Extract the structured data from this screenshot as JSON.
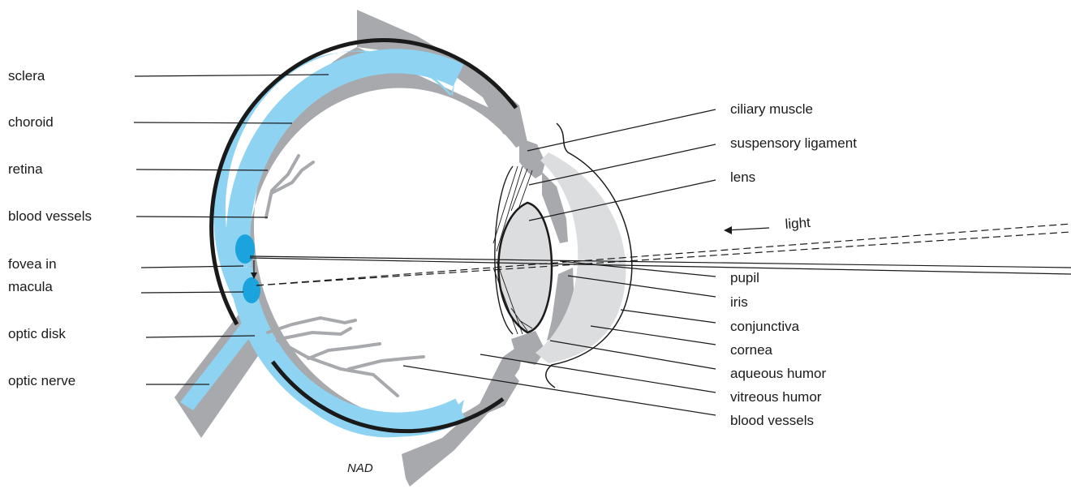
{
  "left_labels": [
    "sclera",
    "choroid",
    "retina",
    "blood vessels",
    "fovea in",
    "macula",
    "optic disk",
    "optic nerve"
  ],
  "right_labels": [
    "ciliary muscle",
    "suspensory ligament",
    "lens",
    "pupil",
    "iris",
    "conjunctiva",
    "cornea",
    "aqueous humor",
    "vitreous humor",
    "blood vessels"
  ],
  "light_label": "light",
  "signature": "NAD",
  "colors": {
    "tissue_gray": "#a7a9ac",
    "cornea_gray": "#dcdddf",
    "retina_blue": "#8fd3f2",
    "fovea_blue": "#1aa3dd",
    "line": "#1a1a1a"
  }
}
